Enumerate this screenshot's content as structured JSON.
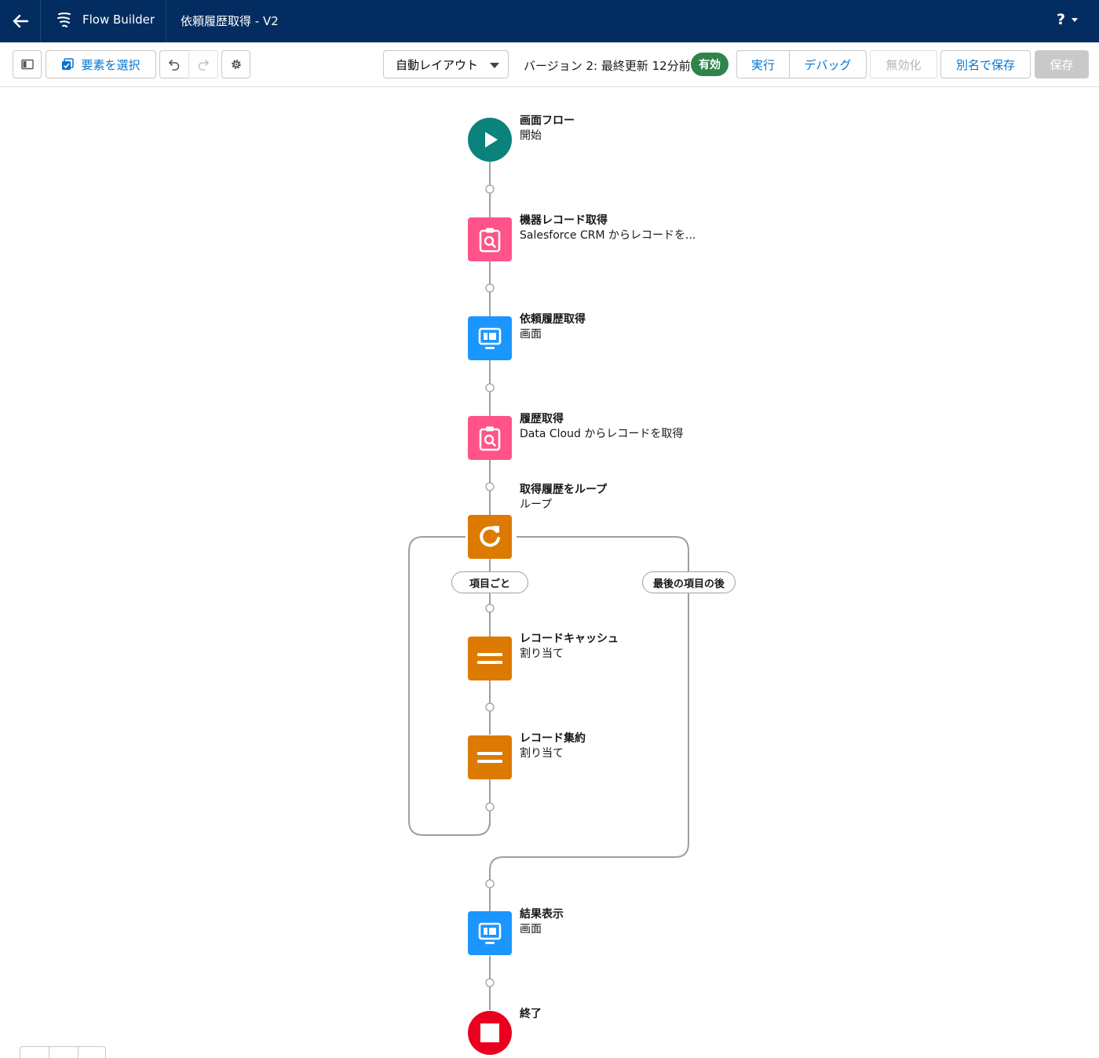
{
  "header": {
    "app_name": "Flow Builder",
    "flow_title": "依頼履歴取得 - V2",
    "help_label": "?",
    "back_icon": "arrow-left-icon",
    "app_icon": "flow-icon"
  },
  "toolbar": {
    "select_elements_label": "要素を選択",
    "layout_label": "自動レイアウト",
    "version_text": "バージョン 2: 最終更新 12分前",
    "status_badge": "有効",
    "run_label": "実行",
    "debug_label": "デバッグ",
    "deactivate_label": "無効化",
    "save_as_label": "別名で保存",
    "save_label": "保存"
  },
  "nodes": {
    "start": {
      "title": "画面フロー",
      "subtitle": "開始"
    },
    "get_device": {
      "title": "機器レコード取得",
      "subtitle": "Salesforce CRM からレコードを..."
    },
    "screen_request": {
      "title": "依頼履歴取得",
      "subtitle": "画面"
    },
    "get_history": {
      "title": "履歴取得",
      "subtitle": "Data Cloud からレコードを取得"
    },
    "loop": {
      "title": "取得履歴をループ",
      "subtitle": "ループ"
    },
    "assign_cache": {
      "title": "レコードキャッシュ",
      "subtitle": "割り当て"
    },
    "assign_aggregate": {
      "title": "レコード集約",
      "subtitle": "割り当て"
    },
    "screen_result": {
      "title": "結果表示",
      "subtitle": "画面"
    },
    "end": {
      "title": "終了"
    }
  },
  "loop_branches": {
    "for_each": "項目ごと",
    "after_last": "最後の項目の後"
  },
  "colors": {
    "header_bg": "#032d60",
    "brand_blue": "#0176d3",
    "start_teal": "#0b827c",
    "record_pink": "#ff538a",
    "screen_blue": "#1b96ff",
    "loop_orange": "#dd7a01",
    "end_red": "#ea001e",
    "active_green": "#2e844a"
  }
}
